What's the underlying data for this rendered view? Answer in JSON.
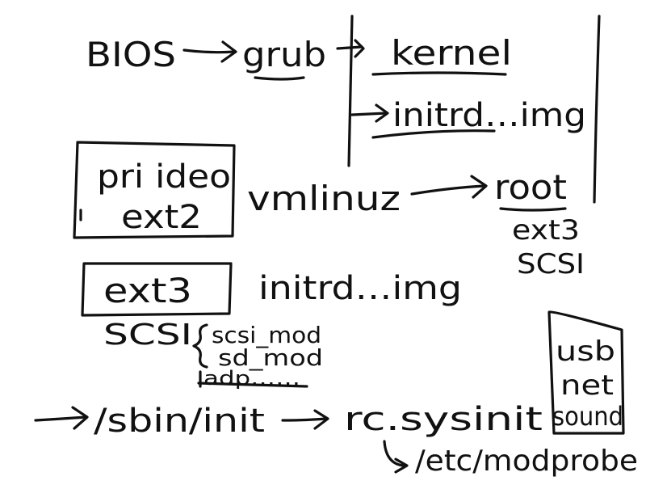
{
  "colors": {
    "ink": "#111111",
    "background": "#ffffff"
  },
  "boot": {
    "bios": "BIOS",
    "grub": "grub",
    "kernel": "kernel",
    "initrd_img": "initrd…img"
  },
  "disk_ide": {
    "label_line1": "pri ideo",
    "label_line2": "ext2",
    "vmlinuz": "vmlinuz",
    "root": "root",
    "root_fs": "ext3",
    "root_bus": "SCSI"
  },
  "disk_scsi": {
    "label": "ext3",
    "initrd_img": "initrd…img",
    "bus": "SCSI",
    "modules": [
      "scsi_mod",
      "sd_mod",
      "adp……"
    ]
  },
  "init": {
    "sbin_init": "/sbin/init",
    "rc_sysinit": "rc.sysinit",
    "etc_modprobe": "/etc/modprobe"
  },
  "devices": [
    "usb",
    "net",
    "sound"
  ]
}
